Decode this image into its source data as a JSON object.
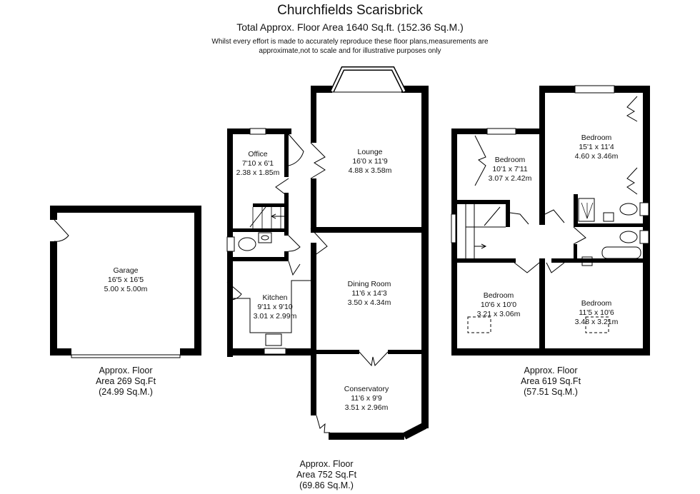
{
  "header": {
    "title": "Churchfields Scarisbrick",
    "subtitle": "Total Approx. Floor Area 1640 Sq.ft. (152.36 Sq.M.)",
    "disclaimer_line1": "Whilst every effort is made to accurately reproduce these floor plans,measurements are",
    "disclaimer_line2": "approximate,not to scale and for illustrative purposes only"
  },
  "floors": {
    "garage": {
      "area_line1": "Approx. Floor",
      "area_line2": "Area 269 Sq.Ft",
      "area_line3": "(24.99 Sq.M.)",
      "rooms": [
        {
          "name": "Garage",
          "imperial": "16'5 x 16'5",
          "metric": "5.00 x 5.00m"
        }
      ]
    },
    "ground": {
      "area_line1": "Approx. Floor",
      "area_line2": "Area 752 Sq.Ft",
      "area_line3": "(69.86 Sq.M.)",
      "rooms": [
        {
          "name": "Office",
          "imperial": "7'10 x 6'1",
          "metric": "2.38 x 1.85m"
        },
        {
          "name": "Lounge",
          "imperial": "16'0 x 11'9",
          "metric": "4.88 x 3.58m"
        },
        {
          "name": "Kitchen",
          "imperial": "9'11 x 9'10",
          "metric": "3.01 x 2.99m"
        },
        {
          "name": "Dining Room",
          "imperial": "11'6 x 14'3",
          "metric": "3.50 x 4.34m"
        },
        {
          "name": "Conservatory",
          "imperial": "11'6 x 9'9",
          "metric": "3.51 x 2.96m"
        }
      ]
    },
    "first": {
      "area_line1": "Approx. Floor",
      "area_line2": "Area 619 Sq.Ft",
      "area_line3": "(57.51 Sq.M.)",
      "rooms": [
        {
          "name": "Bedroom",
          "imperial": "10'1 x 7'11",
          "metric": "3.07 x 2.42m"
        },
        {
          "name": "Bedroom",
          "imperial": "15'1 x 11'4",
          "metric": "4.60 x 3.46m"
        },
        {
          "name": "Bedroom",
          "imperial": "10'6 x 10'0",
          "metric": "3.21 x 3.06m"
        },
        {
          "name": "Bedroom",
          "imperial": "11'5 x 10'6",
          "metric": "3.48 x 3.21m"
        }
      ]
    }
  },
  "colors": {
    "wall": "#000000",
    "background": "#ffffff",
    "text": "#111111"
  }
}
